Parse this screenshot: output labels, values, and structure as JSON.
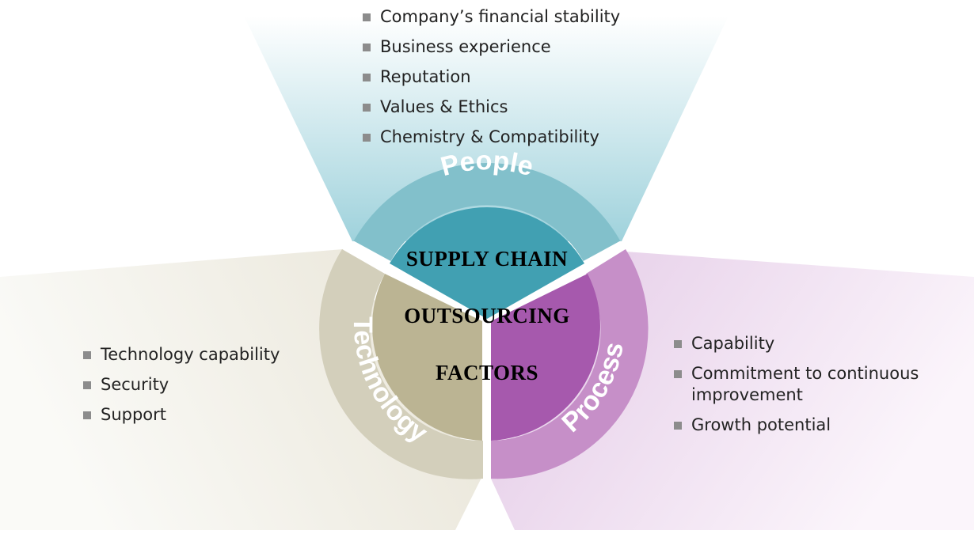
{
  "center": {
    "line1": "SUPPLY CHAIN",
    "line2": "OUTSOURCING",
    "line3": "FACTORS"
  },
  "segments": [
    {
      "label": "People",
      "color": "#41a0b2",
      "ring_color": "#82c0cb",
      "items": [
        "Company’s financial stability",
        "Business experience",
        "Reputation",
        "Values & Ethics",
        "Chemistry & Compatibility"
      ]
    },
    {
      "label": "Technology",
      "color": "#bbb493",
      "ring_color": "#d3cfbb",
      "items": [
        "Technology capability",
        "Security",
        "Support"
      ]
    },
    {
      "label": "Process",
      "color": "#a659ad",
      "ring_color": "#c68fc8",
      "items": [
        "Capability",
        "Commitment to continuous improvement",
        "Growth potential"
      ]
    }
  ]
}
